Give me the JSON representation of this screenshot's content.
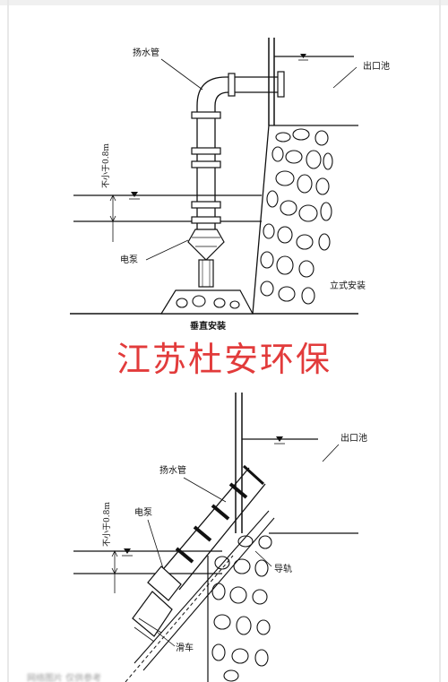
{
  "diagram_top": {
    "riser_pipe_label": "扬水管",
    "outlet_pool_label": "出口池",
    "min_depth_label": "不小于0.8m",
    "pump_label": "电泵",
    "install_type_label": "立式安装",
    "caption": "垂直安装"
  },
  "watermark": "江苏杜安环保",
  "diagram_bottom": {
    "outlet_pool_label": "出口池",
    "riser_pipe_label": "扬水管",
    "pump_label": "电泵",
    "min_depth_label": "不小于0.8m",
    "guide_rail_label": "导轨",
    "trolley_label": "滑车"
  },
  "footer_blurred_text": "网络图片 仅供参考"
}
